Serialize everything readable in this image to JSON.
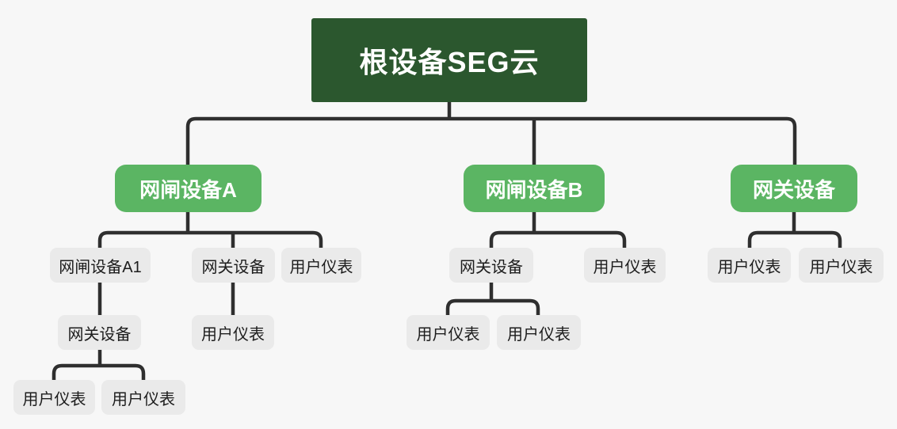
{
  "diagram": {
    "type": "tree",
    "background": "#f7f7f7",
    "colors": {
      "root_fill": "#2b572e",
      "branch_fill": "#5bb563",
      "leaf_fill": "#eaeaea",
      "line": "#2f2f2f",
      "background": "#f7f7f7",
      "root_text": "#ffffff",
      "branch_text": "#ffffff",
      "leaf_text": "#1d1d1d"
    },
    "nodes": {
      "root": {
        "label": "根设备SEG云",
        "level": 1
      },
      "a": {
        "label": "网闸设备A",
        "level": 2
      },
      "b": {
        "label": "网闸设备B",
        "level": 2
      },
      "g": {
        "label": "网关设备",
        "level": 2
      },
      "a1": {
        "label": "网闸设备A1",
        "level": 3
      },
      "a_gw": {
        "label": "网关设备",
        "level": 3
      },
      "a_meter": {
        "label": "用户仪表",
        "level": 3
      },
      "b_gw": {
        "label": "网关设备",
        "level": 3
      },
      "b_meter": {
        "label": "用户仪表",
        "level": 3
      },
      "g_meter1": {
        "label": "用户仪表",
        "level": 3
      },
      "g_meter2": {
        "label": "用户仪表",
        "level": 3
      },
      "a1_gw": {
        "label": "网关设备",
        "level": 4
      },
      "a_gw_meter": {
        "label": "用户仪表",
        "level": 4
      },
      "b_gw_meter1": {
        "label": "用户仪表",
        "level": 4
      },
      "b_gw_meter2": {
        "label": "用户仪表",
        "level": 4
      },
      "a1_gw_meter1": {
        "label": "用户仪表",
        "level": 5
      },
      "a1_gw_meter2": {
        "label": "用户仪表",
        "level": 5
      }
    },
    "edges": [
      "root->a",
      "root->b",
      "root->g",
      "a->a1",
      "a->a_gw",
      "a->a_meter",
      "a1->a1_gw",
      "a_gw->a_gw_meter",
      "a1_gw->a1_gw_meter1",
      "a1_gw->a1_gw_meter2",
      "b->b_gw",
      "b->b_meter",
      "b_gw->b_gw_meter1",
      "b_gw->b_gw_meter2",
      "g->g_meter1",
      "g->g_meter2"
    ]
  }
}
